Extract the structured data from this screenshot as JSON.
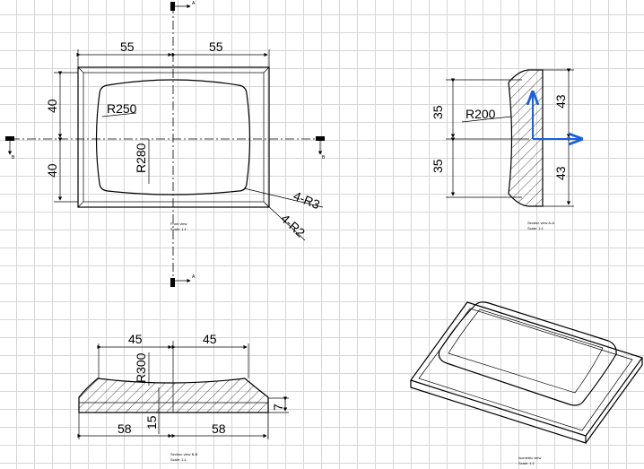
{
  "front_view": {
    "dim_left": "55",
    "dim_right": "55",
    "dim_top": "40",
    "dim_bottom": "40",
    "radius_1": "R250",
    "radius_2": "R280",
    "corner_1": "4-R3",
    "corner_2": "4-R2",
    "caption_name": "Front view",
    "caption_scale": "Scale: 1:1"
  },
  "section_markers": {
    "a_label": "A",
    "b_label": "B"
  },
  "section_aa": {
    "dim_top": "35",
    "dim_bottom": "35",
    "dim_right_top": "43",
    "dim_right_bottom": "43",
    "radius": "R200",
    "caption_name": "Section view A-A",
    "caption_scale": "Scale: 1:1"
  },
  "section_bb": {
    "dim_left": "45",
    "dim_right": "45",
    "radius": "R300",
    "base_left": "58",
    "base_right": "58",
    "depth": "15",
    "height": "7",
    "caption_name": "Section view B-B",
    "caption_scale": "Scale: 1:1"
  },
  "iso_view": {
    "caption_name": "Isometric view",
    "caption_scale": "Scale: 1:1"
  },
  "colors": {
    "line": "#000000",
    "grid": "#d6d6d6",
    "axis_system": "#1a5fe0"
  }
}
